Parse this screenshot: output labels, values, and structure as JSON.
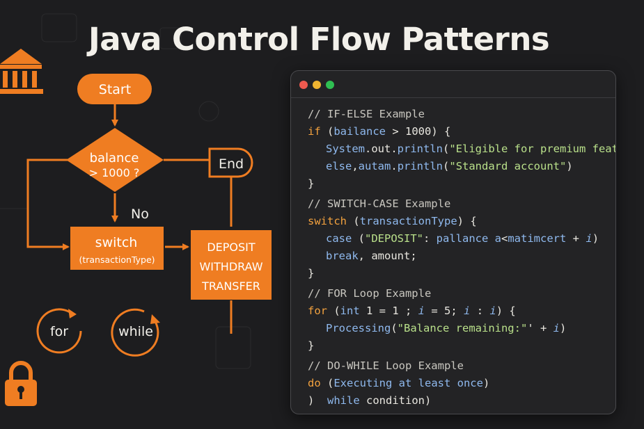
{
  "page": {
    "title": "Java Control Flow Patterns"
  },
  "flowchart": {
    "start": "Start",
    "decision_line1": "balance",
    "decision_line2": "> 1000 ?",
    "no_label": "No",
    "switch_line1": "switch",
    "switch_line2": "(transactionType)",
    "cases": [
      "DEPOSIT",
      "WITHDRAW",
      "TRANSFER"
    ],
    "end": "End",
    "for_label": "for",
    "while_label": "while"
  },
  "icons": [
    "bank-icon",
    "padlock-icon"
  ],
  "colors": {
    "accent": "#ef7d22",
    "background": "#1d1d1f",
    "keyword": "#f2a13e",
    "identifier": "#8fb9ee",
    "string": "#b9e08a"
  },
  "code": {
    "if_comment": "// IF-ELSE Example",
    "if_kw": "if",
    "if_open": " (",
    "if_var": "bailance",
    "if_cond": " > 1000) {",
    "if_sys": "System",
    "if_out": ".out.",
    "if_println": "println",
    "if_paren": "(",
    "if_str": "\"Eligible for premium features\"",
    "if_close": ")",
    "else_kw": "else",
    "else_comma": ",",
    "else_obj": "autam",
    "else_dot": ".",
    "else_println": "println",
    "else_paren": "(",
    "else_str": "\"Standard account\"",
    "else_close": ")",
    "if_end": "}",
    "switch_comment": "// SWITCH-CASE Example",
    "switch_kw": "switch",
    "switch_open": " (",
    "switch_var": "transactionType",
    "switch_close": ") {",
    "case_kw": "case",
    "case_paren": " (",
    "case_str": "\"DEPOSIT\"",
    "case_colon": ": ",
    "case_expr1": "pallance a",
    "case_arrow": "<",
    "case_expr2": "matimcert",
    "case_plus": " + ",
    "case_i": "i",
    "case_end": ")",
    "break_kw": "break",
    "break_rest": ", amount;",
    "switch_end": "}",
    "for_comment": "// FOR Loop Example",
    "for_kw": "for",
    "for_open": " (",
    "for_int": "int",
    "for_init": " 1 = 1 ; ",
    "for_i1": "i",
    "for_cond": " = 5; ",
    "for_i2": "i",
    "for_colon": " : ",
    "for_i3": "i",
    "for_close": ") {",
    "proc_fn": "Processing",
    "proc_paren": "(",
    "proc_str": "\"Balance remaining:\"",
    "proc_plus": "' + ",
    "proc_i": "i",
    "proc_close": ")",
    "for_end": "}",
    "dowhile_comment": "// DO-WHILE Loop Example",
    "do_kw": "do",
    "do_open": " (",
    "do_text": "Executing at least once",
    "do_close": ")",
    "while_paren": ")  ",
    "while_kw": "while",
    "while_rest": " condition)"
  }
}
